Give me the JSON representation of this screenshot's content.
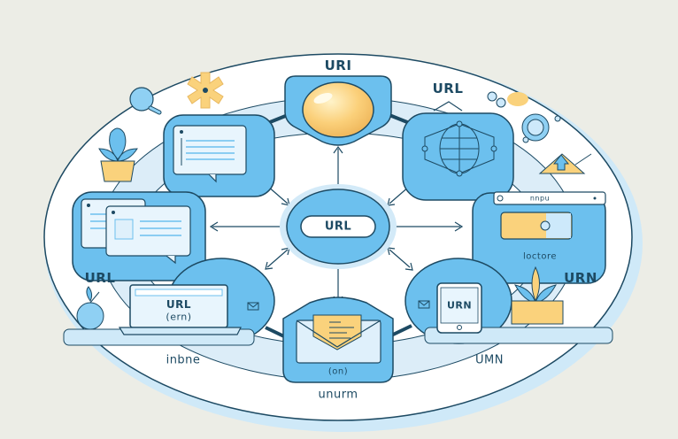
{
  "diagram": {
    "title_top": "URI",
    "label_top_right": "URL",
    "label_left": "URL",
    "label_right": "URN",
    "label_bottom_left": "inbne",
    "label_bottom_right": "UMN",
    "label_bottom": "unurm",
    "center_node": {
      "label": "URL"
    },
    "nodes": {
      "top": {
        "icon": "sphere-icon"
      },
      "top_left": {
        "icon": "chat-window-icon"
      },
      "top_right": {
        "icon": "globe-network-icon"
      },
      "left": {
        "icon": "stacked-windows-icon"
      },
      "right": {
        "icon": "browser-window-icon",
        "window_title": "nnpu",
        "caption": "loctore"
      },
      "bottom_left": {
        "icon": "laptop-icon",
        "screen_line1": "URL",
        "screen_line2": "(ern)"
      },
      "bottom": {
        "icon": "envelope-icon",
        "caption": "(on)"
      },
      "bottom_right": {
        "icon": "tablet-icon",
        "screen_text": "URN"
      }
    },
    "decorations": [
      "magnifier-icon",
      "gear-icon",
      "plant-icon",
      "apple-icon",
      "bubbles-icon",
      "target-icon",
      "triangle-arrow-icon",
      "plant-pot-icon"
    ],
    "colors": {
      "background": "#ecede6",
      "circle_fill": "#ffffff",
      "ring": "#d6ecf8",
      "node_fill": "#6cc0ee",
      "node_stroke": "#1d4a63",
      "accent_yellow": "#fad27c",
      "text": "#1d4a63"
    }
  }
}
